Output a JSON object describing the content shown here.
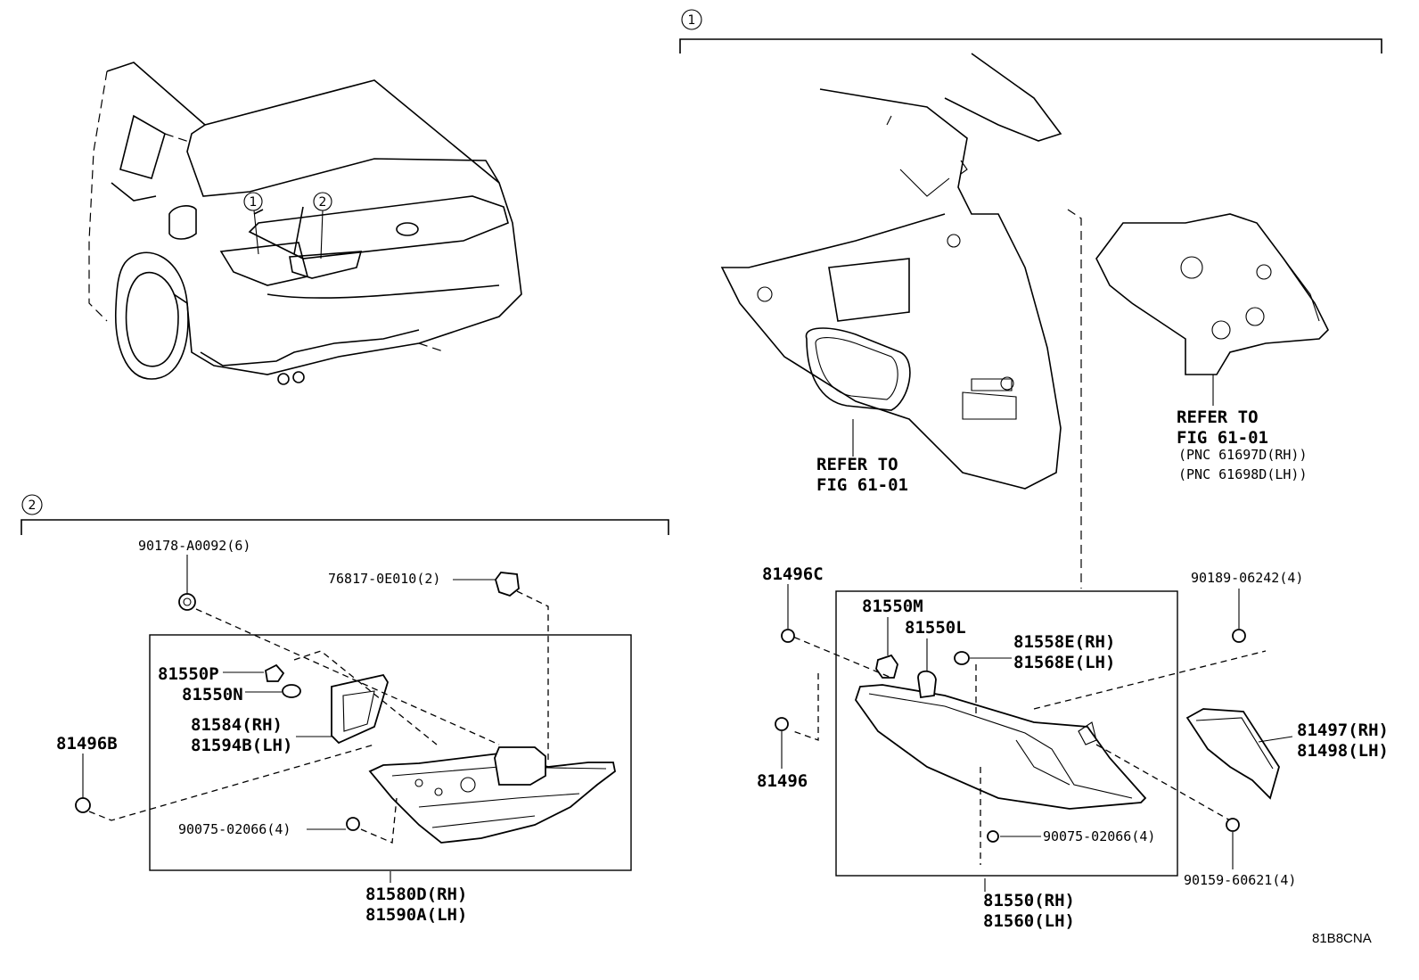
{
  "callouts": {
    "section1_marker": "1",
    "section2_marker": "2",
    "car_marker1": "1",
    "car_marker2": "2"
  },
  "section1": {
    "refer_left_line1": "REFER TO",
    "refer_left_line2": "FIG 61-01",
    "refer_right_line1": "REFER TO",
    "refer_right_line2": "FIG 61-01",
    "pnc_rh": "(PNC 61697D(RH))",
    "pnc_lh": "(PNC 61698D(LH))",
    "p81496C": "81496C",
    "p81496": "81496",
    "p81550M": "81550M",
    "p81550L": "81550L",
    "p81558E": "81558E(RH)",
    "p81568E": "81568E(LH)",
    "p90189": "90189-06242(4)",
    "p81497": "81497(RH)",
    "p81498": "81498(LH)",
    "p90075": "90075-02066(4)",
    "p90159": "90159-60621(4)",
    "p81550": "81550(RH)",
    "p81560": "81560(LH)"
  },
  "section2": {
    "p90178": "90178-A0092(6)",
    "p76817": "76817-0E010(2)",
    "p81550P": "81550P",
    "p81550N": "81550N",
    "p81584": "81584(RH)",
    "p81594B": "81594B(LH)",
    "p81496B": "81496B",
    "p90075": "90075-02066(4)",
    "p81580D": "81580D(RH)",
    "p81590A": "81590A(LH)"
  },
  "figure_code": "81B8CNA"
}
